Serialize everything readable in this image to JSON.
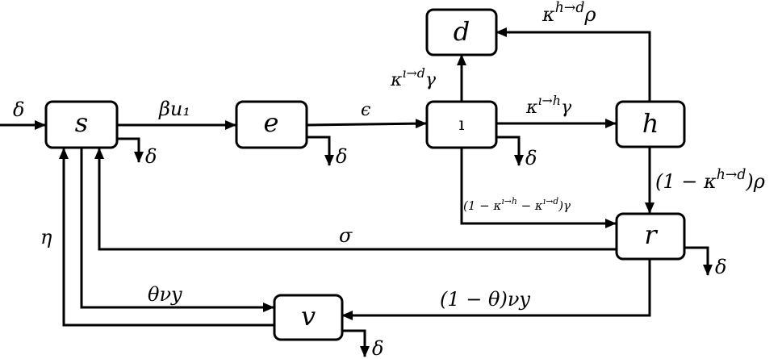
{
  "diagram": {
    "nodes": {
      "s": "s",
      "e": "e",
      "i": "ı",
      "d": "d",
      "h": "h",
      "r": "r",
      "v": "v"
    },
    "labels": {
      "inflow": "δ",
      "s_to_e": "βu₁",
      "e_to_i": "ϵ",
      "i_to_d_base": "κ",
      "i_to_d_sup": "ı→d",
      "i_to_d_tail": "γ",
      "i_to_h_base": "κ",
      "i_to_h_sup": "ı→h",
      "i_to_h_tail": "γ",
      "h_to_d_base": "κ",
      "h_to_d_sup": "h→d",
      "h_to_d_tail": "ρ",
      "h_to_r_head": "(1 − κ",
      "h_to_r_sup": "h→d",
      "h_to_r_tail": ")ρ",
      "i_to_r": "(1 − κ",
      "i_to_r_sup1": "ı→h",
      "i_to_r_mid": " − κ",
      "i_to_r_sup2": "ı→d",
      "i_to_r_tail": ")γ",
      "r_to_s": "σ",
      "v_to_s": "η",
      "s_to_v": "θνy",
      "r_to_v": "(1 − θ)νy",
      "death_s": "δ",
      "death_e": "δ",
      "death_i": "δ",
      "death_r": "δ",
      "death_v": "δ"
    }
  }
}
